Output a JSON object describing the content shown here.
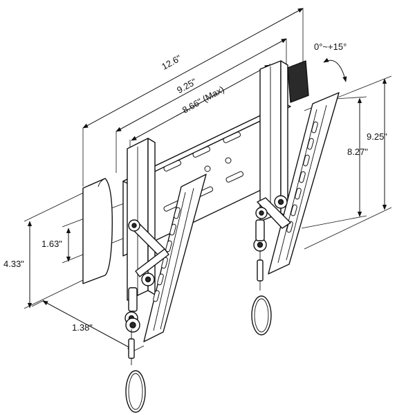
{
  "dimensions": {
    "overall_width": "12.6\"",
    "rail_width": "9.25\"",
    "mount_width": "8.66\" (Max)",
    "arm_height": "9.25\"",
    "slot_height": "8.27\"",
    "spacer_height": "1.63\"",
    "spacer_depth": "4.33\"",
    "profile": "1.38\""
  },
  "tilt_range": "0°~+15°"
}
